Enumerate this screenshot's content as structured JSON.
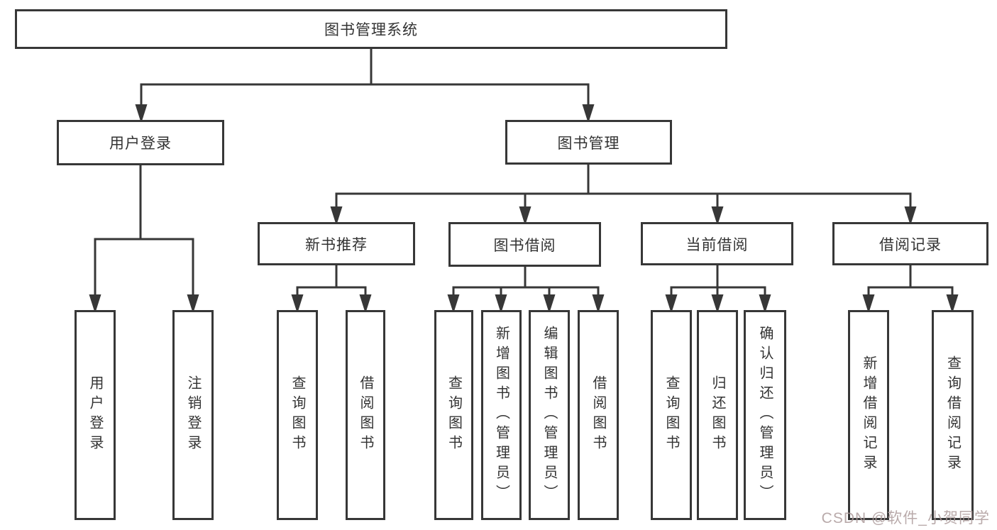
{
  "watermark": {
    "text": "CSDN @软件_小贺同学",
    "color": "#ad9b9b"
  },
  "diagram": {
    "root": {
      "label": "图书管理系统"
    },
    "branches": [
      {
        "label": "用户登录",
        "children": [
          {
            "label": "用户登录"
          },
          {
            "label": "注销登录"
          }
        ]
      },
      {
        "label": "图书管理",
        "groups": [
          {
            "label": "新书推荐",
            "children": [
              {
                "label": "查询图书"
              },
              {
                "label": "借阅图书"
              }
            ]
          },
          {
            "label": "图书借阅",
            "children": [
              {
                "label": "查询图书"
              },
              {
                "label": "新增图书（管理员）"
              },
              {
                "label": "编辑图书（管理员）"
              },
              {
                "label": "借阅图书"
              }
            ]
          },
          {
            "label": "当前借阅",
            "children": [
              {
                "label": "查询图书"
              },
              {
                "label": "归还图书"
              },
              {
                "label": "确认归还（管理员）"
              }
            ]
          },
          {
            "label": "借阅记录",
            "children": [
              {
                "label": "新增借阅记录"
              },
              {
                "label": "查询借阅记录"
              }
            ]
          }
        ]
      }
    ]
  }
}
